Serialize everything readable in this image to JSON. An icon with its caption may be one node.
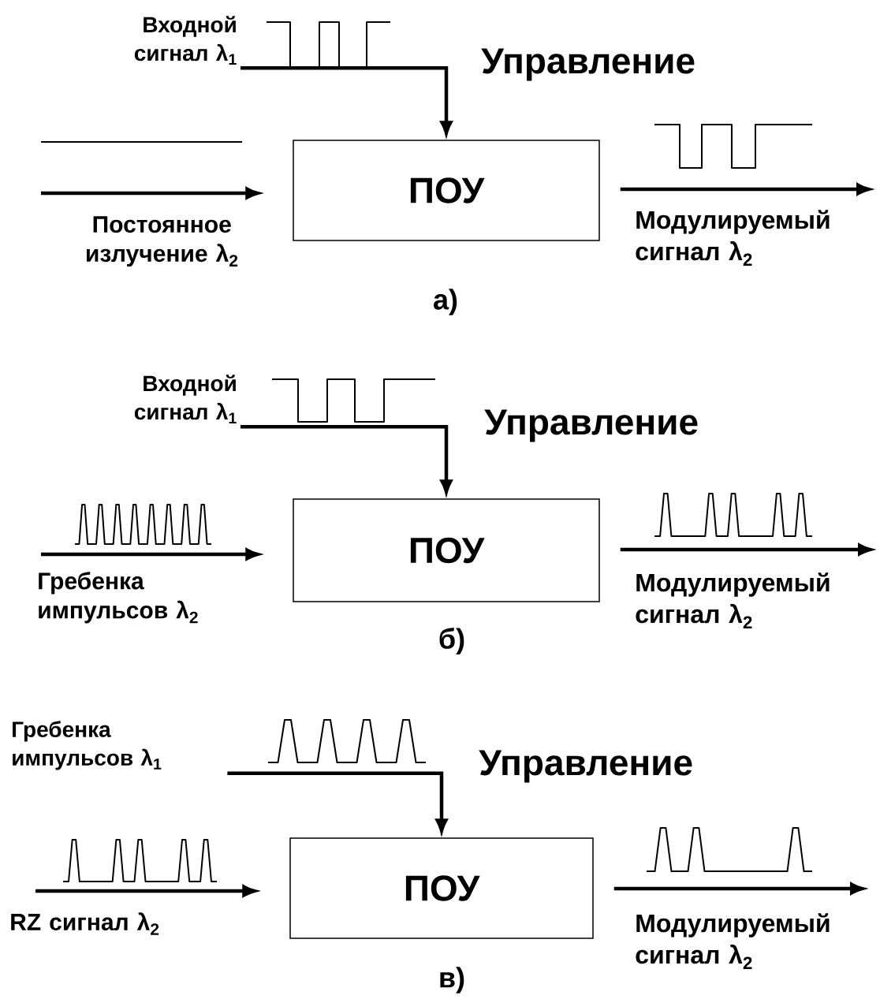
{
  "diagram": {
    "nodes": [
      {
        "text": [
          "Входной сигнал λ$_{1}$"
        ]
      },
      {
        "text": [
          "ПОУ"
        ]
      },
      {
        "text": [
          "Входной сигнал λ$_{1}$"
        ]
      },
      {
        "text": [
          "ПОУ"
        ]
      },
      {
        "text": [
          "Гребенка импульсов λ$_{1}$"
        ]
      },
      {
        "text": [
          "ПОУ"
        ]
      }
    ],
    "edges": [
      {
        "from": 0,
        "to": 1,
        "arrow": "to"
      },
      {
        "from": null,
        "to": 1,
        "arrow": "to"
      },
      {
        "from": 1,
        "to": null,
        "arrow": "to"
      },
      {
        "from": 2,
        "to": 3,
        "arrow": "to"
      },
      {
        "from": null,
        "to": 3,
        "arrow": "to"
      },
      {
        "from": 3,
        "to": null,
        "arrow": "to"
      },
      {
        "from": 4,
        "to": 5,
        "arrow": "to"
      },
      {
        "from": null,
        "to": 5,
        "arrow": "to"
      },
      {
        "from": 5,
        "to": null,
        "arrow": "to"
      }
    ],
    "labels": [
      "Управление",
      "Постоянное излучение λ$_{2}$",
      "Модулируемый сигнал λ$_{2}$",
      "а)",
      "Управление",
      "Гребенка импульсов λ$_{2}$",
      "Модулируемый сигнал λ$_{2}$",
      "б)",
      "Управление",
      "RZ сигнал λ$_{2}$",
      "Модулируемый сигнал λ$_{2}$",
      "в)"
    ]
  }
}
